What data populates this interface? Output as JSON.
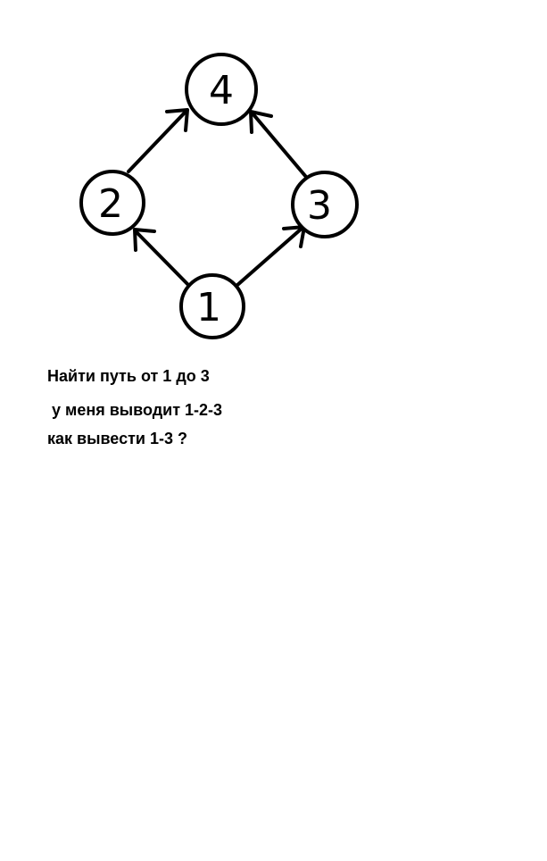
{
  "diagram": {
    "nodes": [
      {
        "id": "n4",
        "label": "4"
      },
      {
        "id": "n2",
        "label": "2"
      },
      {
        "id": "n3",
        "label": "3"
      },
      {
        "id": "n1",
        "label": "1"
      }
    ],
    "edges": [
      {
        "from": "1",
        "to": "2"
      },
      {
        "from": "1",
        "to": "3"
      },
      {
        "from": "2",
        "to": "4"
      },
      {
        "from": "3",
        "to": "4"
      }
    ]
  },
  "text": {
    "line1": "Найти путь от 1 до 3",
    "line2": " у меня выводит 1-2-3",
    "line3": "как вывести 1-3 ?"
  },
  "colors": {
    "stroke": "#000000",
    "background": "#ffffff"
  }
}
